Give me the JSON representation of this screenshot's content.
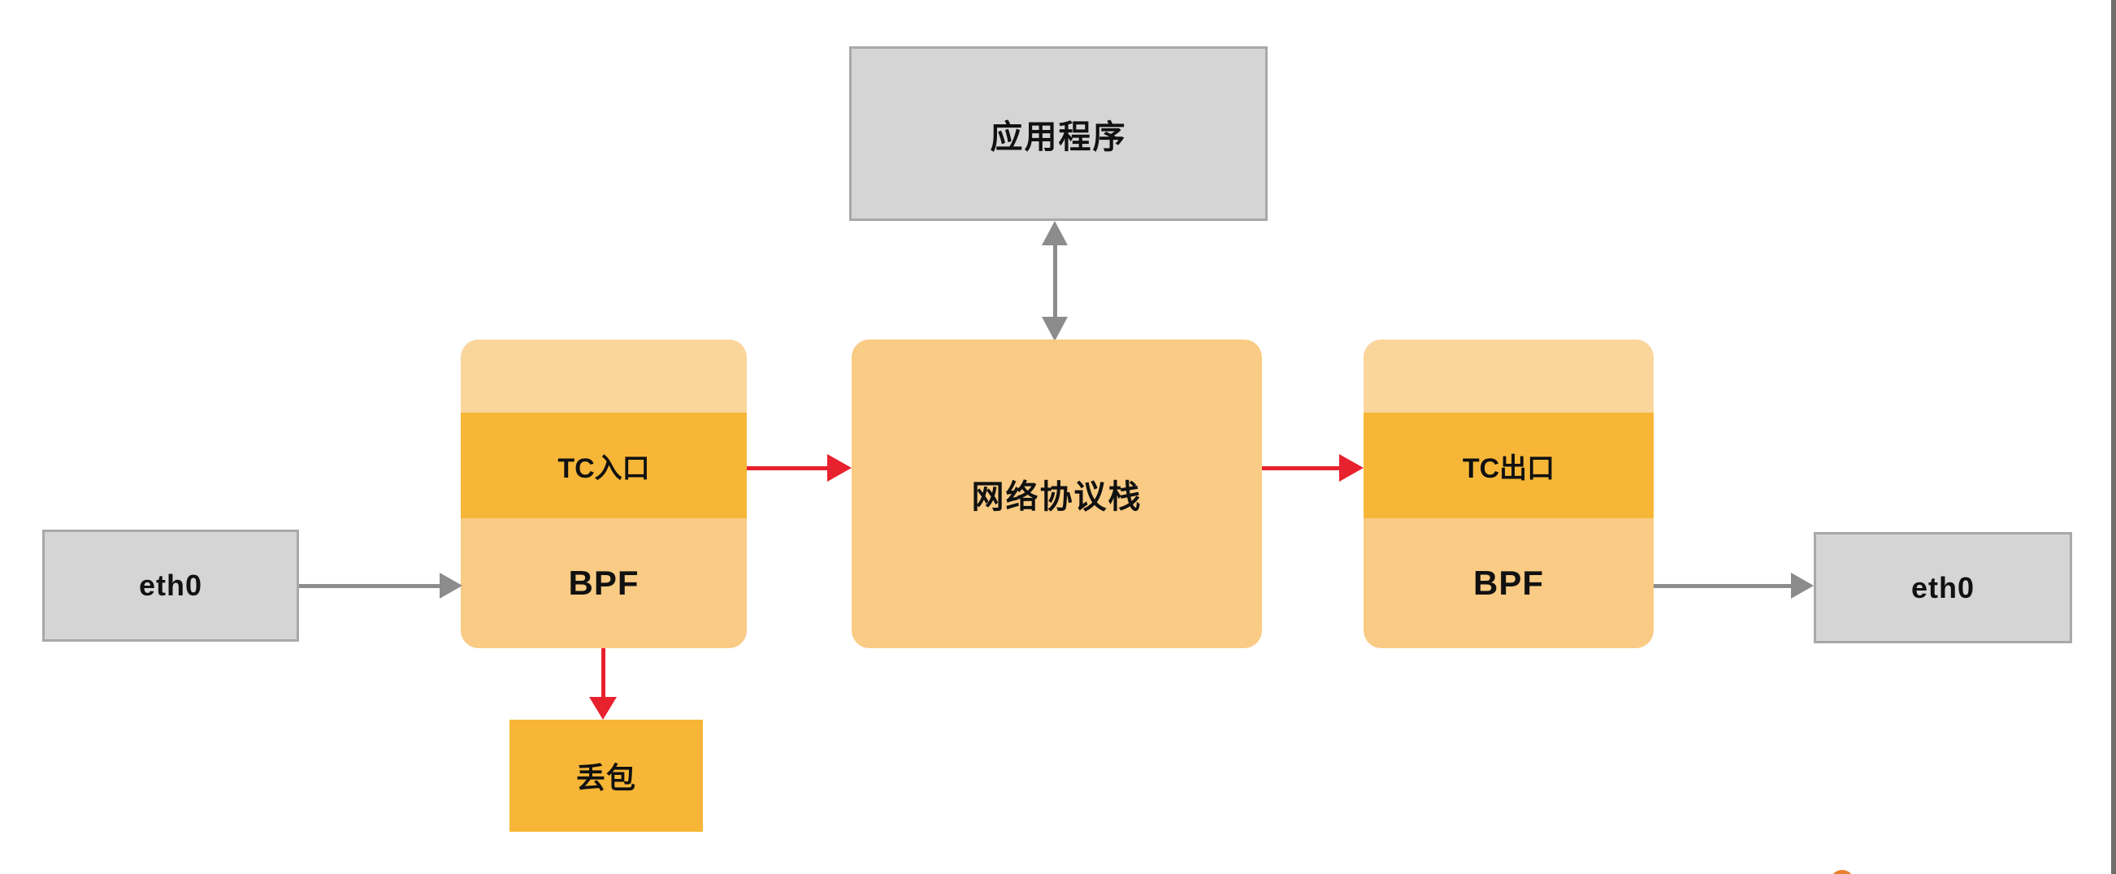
{
  "nodes": {
    "application": {
      "label": "应用程序"
    },
    "network_stack": {
      "label": "网络协议栈"
    },
    "tc_ingress": {
      "band_label": "TC入口",
      "body_label": "BPF"
    },
    "tc_egress": {
      "band_label": "TC出口",
      "body_label": "BPF"
    },
    "eth0_in": {
      "label": "eth0"
    },
    "eth0_out": {
      "label": "eth0"
    },
    "drop": {
      "label": "丢包"
    }
  },
  "colors": {
    "node_gray_fill": "#d5d5d5",
    "node_gray_border": "#a8a8a8",
    "orange_light": "#f9cb84",
    "orange_band": "#f7b637",
    "arrow_gray": "#8c8c8c",
    "arrow_red": "#e8212e",
    "text": "#111111",
    "right_edge_strip": "#6e6e6e",
    "watermark_orange": "#e8802f"
  }
}
